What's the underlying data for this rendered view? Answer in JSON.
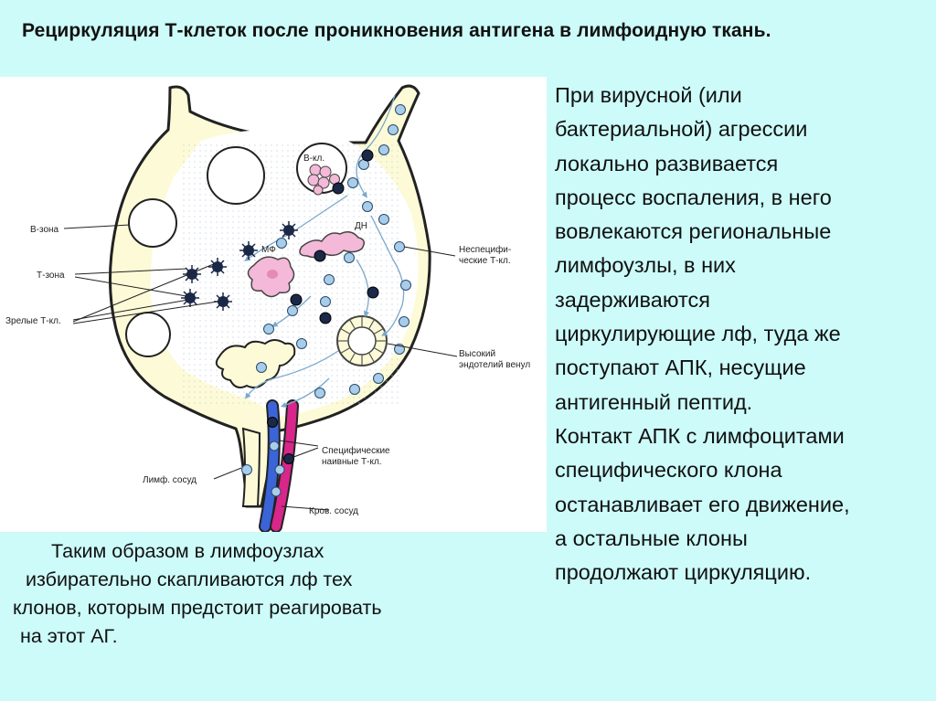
{
  "title": "Рециркуляция Т-клеток после проникновения антигена в лимфоидную ткань.",
  "diagram": {
    "labels": {
      "b_cells": "В-кл.",
      "dendritic": "ДН",
      "macrophage": "МФ",
      "b_zone": "В-зона",
      "t_zone": "Т-зона",
      "mature_t": "Зрелые Т-кл.",
      "nonspecific_line1": "Неспецифи-",
      "nonspecific_line2": "ческие Т-кл.",
      "hev_line1": "Высокий",
      "hev_line2": "эндотелий венул",
      "specific_line1": "Специфические",
      "specific_line2": "наивные Т-кл.",
      "lymph_vessel": "Лимф. сосуд",
      "blood_vessel": "Кров. сосуд"
    },
    "colors": {
      "node_fill": "#fdfbd7",
      "outline": "#222222",
      "circulating_cell": "#a8cdea",
      "dark_cell": "#1b2848",
      "b_cell": "#f4b8d8",
      "macrophage": "#f4b8d8",
      "blood_vessel_blue": "#3b64d8",
      "blood_vessel_red": "#d8268a"
    }
  },
  "right_text": [
    "При вирусной (или",
    "бактериальной) агрессии",
    "локально развивается",
    "процесс воспаления, в  него",
    "вовлекаются региональные",
    "лимфоузлы, в них",
    "задерживаются",
    "циркулирующие лф, туда же",
    "поступают АПК, несущие",
    "антигенный пептид.",
    "Контакт АПК с лимфоцитами",
    "специфического клона",
    "останавливает его движение,",
    "а остальные клоны",
    "продолжают циркуляцию."
  ],
  "bottom_text": [
    "Таким образом в лимфоузлах",
    "избирательно скапливаются  лф тех",
    "клонов, которым предстоит реагировать",
    "на этот АГ."
  ]
}
